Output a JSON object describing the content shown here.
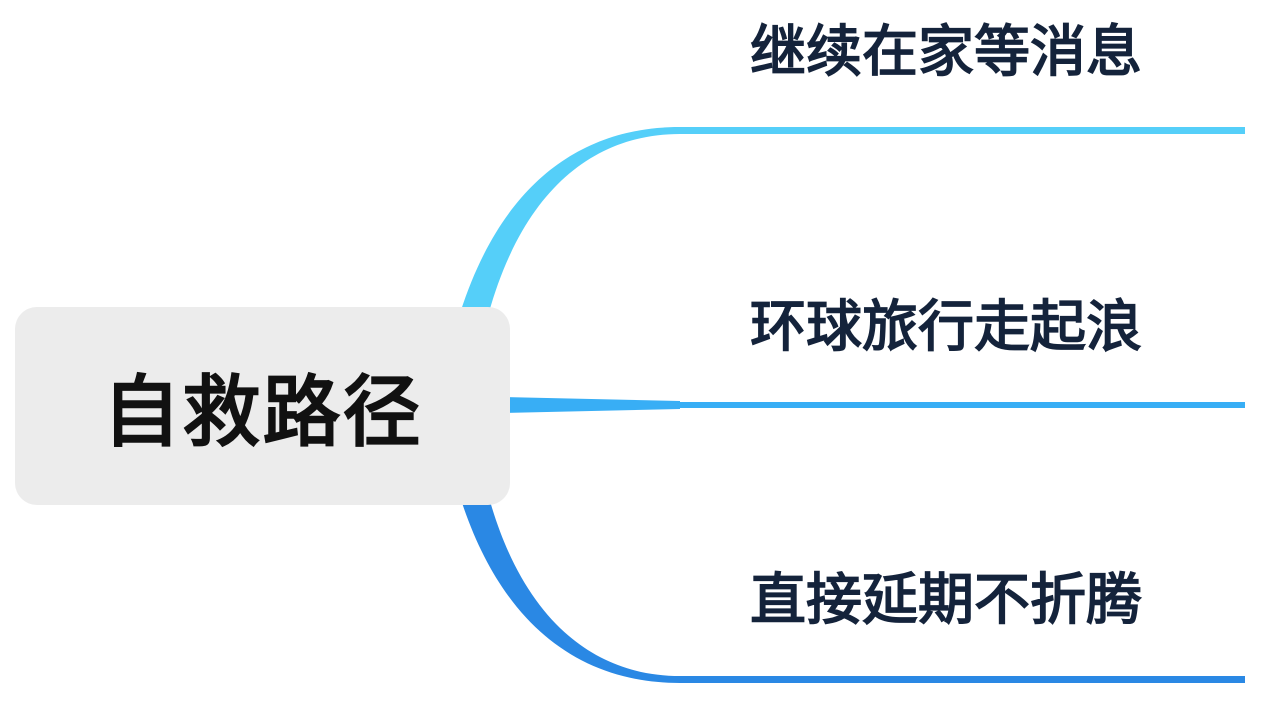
{
  "root": {
    "label": "自救路径"
  },
  "branches": [
    {
      "label": "继续在家等消息",
      "color": "#55cff9"
    },
    {
      "label": "环球旅行走起浪",
      "color": "#38aef5"
    },
    {
      "label": "直接延期不折腾",
      "color": "#2a88e4"
    }
  ]
}
